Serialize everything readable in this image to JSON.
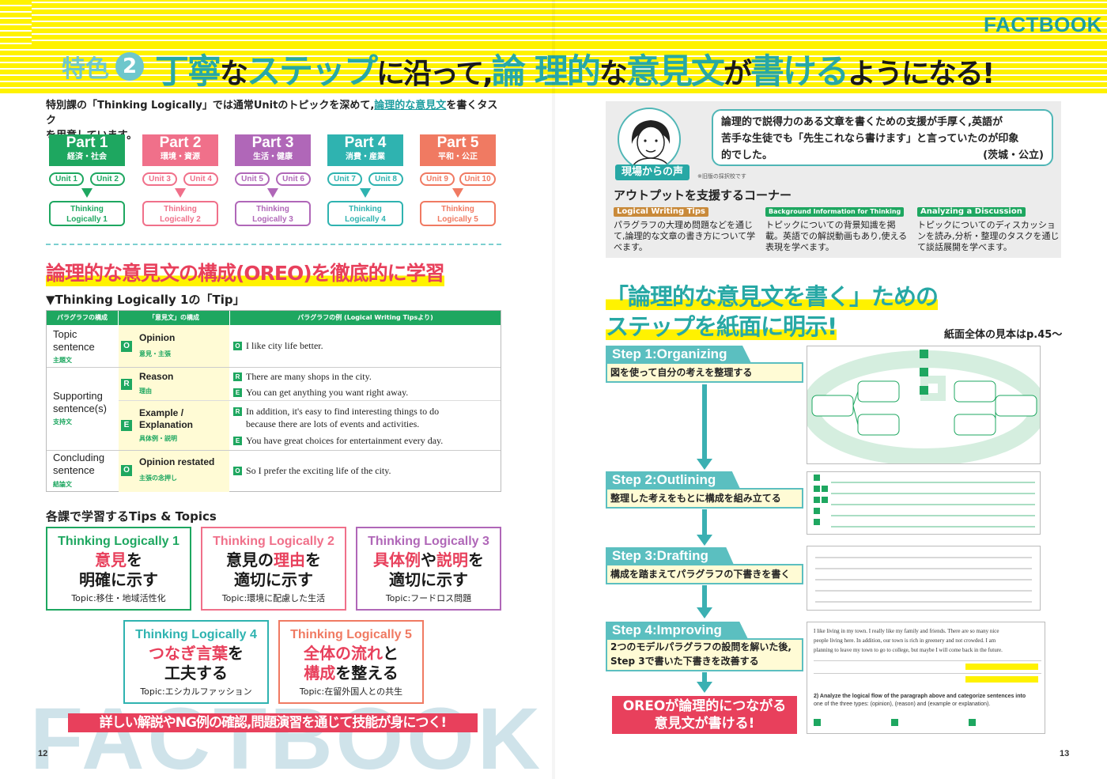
{
  "header": {
    "brand": "FACTBOOK",
    "feature_label": "特色",
    "feature_number": "2",
    "title_parts": [
      "丁寧",
      "な",
      "ステップ",
      "に沿って,",
      "論 理的",
      "な",
      "意見文",
      "が",
      "書ける",
      "ようになる!"
    ]
  },
  "left": {
    "intro_a": "特別課の「Thinking Logically」では通常Unitのトピックを深めて,",
    "intro_link": "論理的な意見文",
    "intro_b": "を書くタスク",
    "intro_c": "を用意しています。",
    "parts": [
      {
        "name": "Part 1",
        "sub": "経済・社会",
        "units": [
          "Unit 1",
          "Unit 2"
        ],
        "tl": [
          "Thinking",
          "Logically 1"
        ],
        "color": "#1ea760"
      },
      {
        "name": "Part 2",
        "sub": "環境・資源",
        "units": [
          "Unit 3",
          "Unit 4"
        ],
        "tl": [
          "Thinking",
          "Logically 2"
        ],
        "color": "#f0708a"
      },
      {
        "name": "Part 3",
        "sub": "生活・健康",
        "units": [
          "Unit 5",
          "Unit 6"
        ],
        "tl": [
          "Thinking",
          "Logically 3"
        ],
        "color": "#b067b8"
      },
      {
        "name": "Part 4",
        "sub": "消費・産業",
        "units": [
          "Unit 7",
          "Unit 8"
        ],
        "tl": [
          "Thinking",
          "Logically 4"
        ],
        "color": "#2fb3b0"
      },
      {
        "name": "Part 5",
        "sub": "平和・公正",
        "units": [
          "Unit 9",
          "Unit 10"
        ],
        "tl": [
          "Thinking",
          "Logically 5"
        ],
        "color": "#f07a62"
      }
    ],
    "oreo_heading": "論理的な意見文の構成(OREO)を徹底的に学習",
    "tip_heading": "▼Thinking Logically 1の「Tip」",
    "table": {
      "headers": [
        "パラグラフの構成",
        "「意見文」の構成",
        "パラグラフの例 (Logical Writing Tipsより)"
      ],
      "topic_en1": "Topic",
      "topic_en2": "sentence",
      "topic_jp": "主題文",
      "support_en1": "Supporting",
      "support_en2": "sentence(s)",
      "support_jp": "支持文",
      "conclude_en1": "Concluding",
      "conclude_en2": "sentence",
      "conclude_jp": "結論文",
      "opinion_en": "Opinion",
      "opinion_jp": "意見・主張",
      "reason_en": "Reason",
      "reason_jp": "理由",
      "example_en1": "Example /",
      "example_en2": "Explanation",
      "example_jp": "具体例・説明",
      "restated_en": "Opinion restated",
      "restated_jp": "主張の念押し",
      "letters": {
        "o": "O",
        "r": "R",
        "e": "E"
      },
      "ex1": "I like city life better.",
      "ex2": "There are many shops in the city.",
      "ex3": "You can get anything you want right away.",
      "ex4a": "In addition, it's easy to find interesting things to do",
      "ex4b": "because there are lots of events and activities.",
      "ex5": "You have great choices for entertainment every day.",
      "ex6": "So I prefer the exciting life of the city."
    },
    "tips_heading": "各課で学習するTips & Topics",
    "tips": [
      {
        "name": "Thinking Logically 1",
        "a": "意見",
        "b": "を",
        "c": "明確に示す",
        "topic": "Topic:移住・地域活性化",
        "color": "#1ea760"
      },
      {
        "name": "Thinking Logically 2",
        "a": "意見の",
        "b": "理由",
        "c": "を",
        "d": "適切に示す",
        "topic": "Topic:環境に配慮した生活",
        "color": "#f0708a"
      },
      {
        "name": "Thinking Logically 3",
        "a": "具体例",
        "b": "や",
        "c": "説明",
        "d": "を",
        "e": "適切に示す",
        "topic": "Topic:フードロス問題",
        "color": "#b067b8"
      },
      {
        "name": "Thinking Logically 4",
        "a": "つなぎ言葉",
        "b": "を",
        "c": "工夫する",
        "topic": "Topic:エシカルファッション",
        "color": "#2fb3b0"
      },
      {
        "name": "Thinking Logically 5",
        "a": "全体の流れ",
        "b": "と",
        "c": "構成",
        "d": "を整える",
        "topic": "Topic:在留外国人との共生",
        "color": "#f07a62"
      }
    ],
    "banner": "詳しい解説やNG例の確認,問題演習を通じて技能が身につく!",
    "bg_word": "FACTBOOK",
    "page_no": "12"
  },
  "right": {
    "quote_line1": "論理的で説得力のある文章を書くための支援が手厚く,英語が",
    "quote_line2": "苦手な生徒でも「先生これなら書けます」と言っていたのが印象",
    "quote_line3": "的でした。",
    "quote_source": "(茨城・公立)",
    "voice_tag": "現場からの声",
    "note": "※旧版の採択校です",
    "corner_heading": "アウトプットを支援するコーナー",
    "corners": [
      {
        "badge": "Logical Writing Tips",
        "text": "パラグラフの大理め問題などを通じて,論理的な文章の書き方について学べます。",
        "color": "#c98a3a"
      },
      {
        "badge": "Background Information for Thinking",
        "text": "トピックについての背景知識を掲載。英語での解説動画もあり,使える表現を学べます。",
        "color": "#1ea760"
      },
      {
        "badge": "Analyzing a Discussion",
        "text": "トピックについてのディスカッションを読み,分析・整理のタスクを通じて談話展開を学べます。",
        "color": "#1ea760"
      }
    ],
    "steps_heading_1": "「論理的な意見文を書く」ための",
    "steps_heading_2": "ステップを紙面に明示!",
    "sample_note": "紙面全体の見本はp.45〜",
    "steps": [
      {
        "head": "Step 1:Organizing",
        "desc": "図を使って自分の考えを整理する"
      },
      {
        "head": "Step 2:Outlining",
        "desc": "整理した考えをもとに構成を組み立てる"
      },
      {
        "head": "Step 3:Drafting",
        "desc": "構成を踏まえてパラグラフの下書きを書く"
      },
      {
        "head": "Step 4:Improving",
        "desc1": "2つのモデルパラグラフの設問を解いた後,",
        "desc2": "Step 3で書いた下書きを改善する"
      }
    ],
    "outcome_1": "OREOが論理的につながる",
    "outcome_2": "意見文が書ける!",
    "improve_1": "I like living in my town. I really like my family and friends. There are so many nice",
    "improve_2": "people living here. In addition, our town is rich in greenery and not crowded. I am",
    "improve_3": "planning to leave my town to go to college, but maybe I will come back in the future.",
    "improve_4": "2) Analyze the logical flow of the paragraph above and categorize sentences into",
    "improve_5": "one of the three types: (opinion), (reason) and (example or explanation).",
    "page_no": "13"
  }
}
